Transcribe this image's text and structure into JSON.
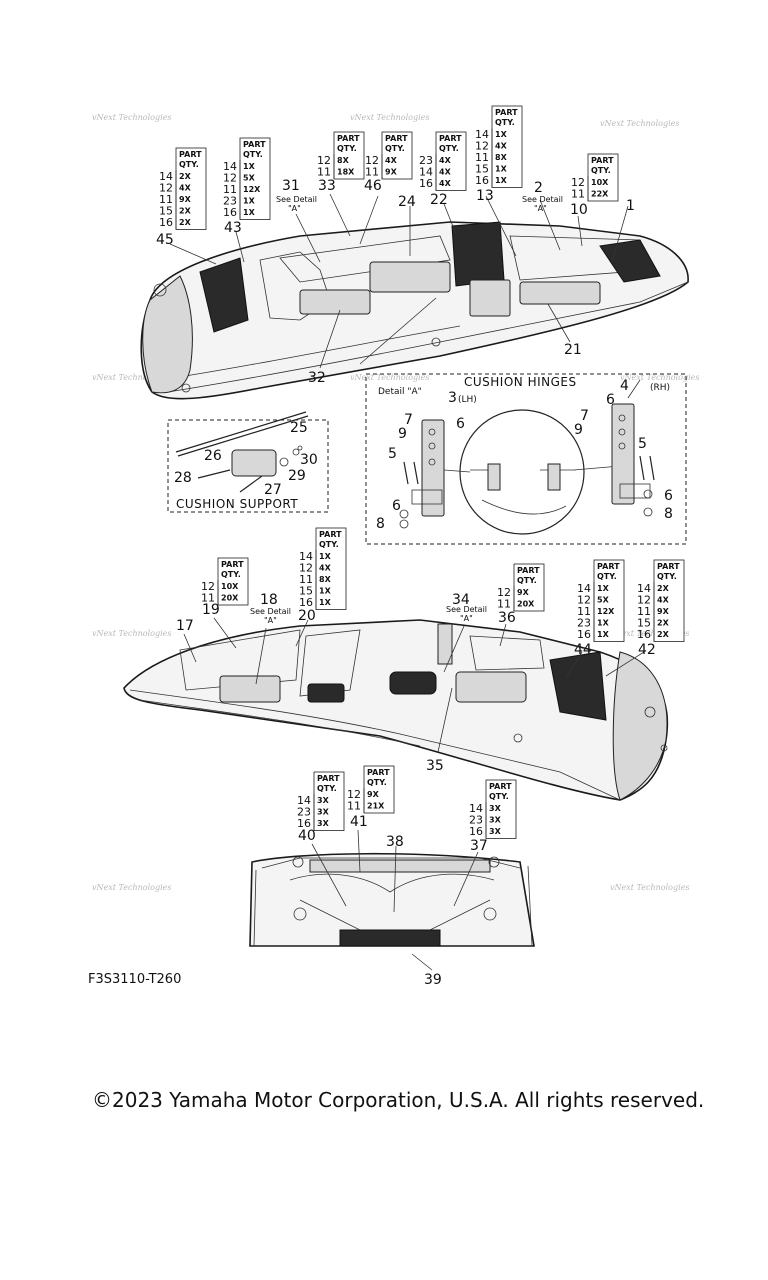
{
  "diagram_code": "F3S3110-T260",
  "copyright": "©2023 Yamaha Motor Corporation, U.S.A. All rights reserved.",
  "watermark": "vNext Technologies",
  "section_labels": {
    "cushion_hinges": "CUSHION HINGES",
    "cushion_support": "CUSHION SUPPORT",
    "detail_a": "Detail \"A\"",
    "lh": "(LH)",
    "rh": "(RH)"
  },
  "see_detail": [
    "See Detail",
    "\"A\""
  ],
  "qty_header": [
    "PART",
    "QTY."
  ],
  "qty_tables": [
    {
      "rows": [
        [
          "14",
          "2X"
        ],
        [
          "12",
          "4X"
        ],
        [
          "11",
          "9X"
        ],
        [
          "15",
          "2X"
        ],
        [
          "16",
          "2X"
        ]
      ]
    },
    {
      "rows": [
        [
          "14",
          "1X"
        ],
        [
          "12",
          "5X"
        ],
        [
          "11",
          "12X"
        ],
        [
          "23",
          "1X"
        ],
        [
          "16",
          "1X"
        ]
      ]
    },
    {
      "rows": [
        [
          "12",
          "8X"
        ],
        [
          "11",
          "18X"
        ]
      ]
    },
    {
      "rows": [
        [
          "12",
          "4X"
        ],
        [
          "11",
          "9X"
        ]
      ]
    },
    {
      "rows": [
        [
          "23",
          "4X"
        ],
        [
          "14",
          "4X"
        ],
        [
          "16",
          "4X"
        ]
      ]
    },
    {
      "rows": [
        [
          "14",
          "1X"
        ],
        [
          "12",
          "4X"
        ],
        [
          "11",
          "8X"
        ],
        [
          "15",
          "1X"
        ],
        [
          "16",
          "1X"
        ]
      ]
    },
    {
      "rows": [
        [
          "12",
          "10X"
        ],
        [
          "11",
          "22X"
        ]
      ]
    },
    {
      "rows": [
        [
          "12",
          "10X"
        ],
        [
          "11",
          "20X"
        ]
      ]
    },
    {
      "rows": [
        [
          "14",
          "1X"
        ],
        [
          "12",
          "4X"
        ],
        [
          "11",
          "8X"
        ],
        [
          "15",
          "1X"
        ],
        [
          "16",
          "1X"
        ]
      ]
    },
    {
      "rows": [
        [
          "12",
          "9X"
        ],
        [
          "11",
          "20X"
        ]
      ]
    },
    {
      "rows": [
        [
          "14",
          "1X"
        ],
        [
          "12",
          "5X"
        ],
        [
          "11",
          "12X"
        ],
        [
          "23",
          "1X"
        ],
        [
          "16",
          "1X"
        ]
      ]
    },
    {
      "rows": [
        [
          "14",
          "2X"
        ],
        [
          "12",
          "4X"
        ],
        [
          "11",
          "9X"
        ],
        [
          "15",
          "2X"
        ],
        [
          "16",
          "2X"
        ]
      ]
    },
    {
      "rows": [
        [
          "14",
          "3X"
        ],
        [
          "23",
          "3X"
        ],
        [
          "16",
          "3X"
        ]
      ]
    },
    {
      "rows": [
        [
          "12",
          "9X"
        ],
        [
          "11",
          "21X"
        ]
      ]
    },
    {
      "rows": [
        [
          "14",
          "3X"
        ],
        [
          "23",
          "3X"
        ],
        [
          "16",
          "3X"
        ]
      ]
    }
  ],
  "callouts": [
    "1",
    "2",
    "3",
    "4",
    "5",
    "5",
    "6",
    "6",
    "6",
    "6",
    "7",
    "7",
    "8",
    "8",
    "9",
    "9",
    "10",
    "13",
    "17",
    "18",
    "19",
    "20",
    "21",
    "22",
    "24",
    "25",
    "26",
    "27",
    "28",
    "29",
    "30",
    "31",
    "32",
    "33",
    "34",
    "35",
    "36",
    "37",
    "38",
    "39",
    "40",
    "41",
    "42",
    "43",
    "44",
    "45",
    "46"
  ]
}
